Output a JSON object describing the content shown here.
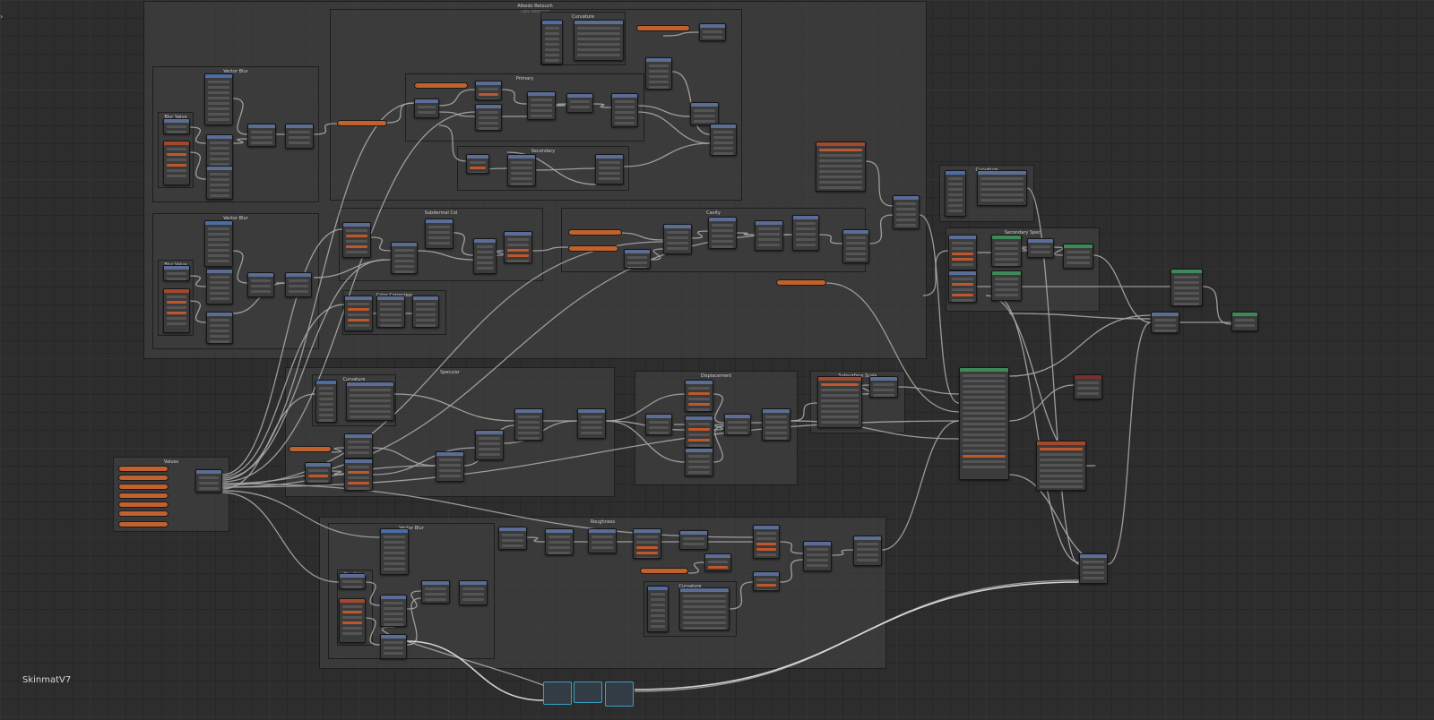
{
  "material_name": "SkinmatV7",
  "toggle_icon": "chevron-right-icon",
  "frames": [
    {
      "id": "albedo",
      "label": "Albedo Retouch",
      "sub": "Lips Retouch"
    },
    {
      "id": "blur1",
      "label": "Vector Blur"
    },
    {
      "id": "bv1",
      "label": "Blur Value"
    },
    {
      "id": "curv1",
      "label": "Curvature"
    },
    {
      "id": "primary",
      "label": "Primary"
    },
    {
      "id": "secondary",
      "label": "Secondary"
    },
    {
      "id": "blur2",
      "label": "Vector Blur"
    },
    {
      "id": "bv2",
      "label": "Blur Value"
    },
    {
      "id": "subcol",
      "label": "Subdermal Col"
    },
    {
      "id": "colcorr",
      "label": "Color Correction"
    },
    {
      "id": "cavity",
      "label": "Cavity"
    },
    {
      "id": "curv2",
      "label": "Curvature"
    },
    {
      "id": "secspec",
      "label": "Secondary Spec"
    },
    {
      "id": "specular",
      "label": "Specular"
    },
    {
      "id": "curv3",
      "label": "Curvature"
    },
    {
      "id": "displacement",
      "label": "Displacement"
    },
    {
      "id": "sss",
      "label": "Subsurface Scale"
    },
    {
      "id": "values",
      "label": "Values"
    },
    {
      "id": "roughness",
      "label": "Roughness"
    },
    {
      "id": "blur3",
      "label": "Vector Blur"
    },
    {
      "id": "bv3",
      "label": "Blur Value"
    },
    {
      "id": "curv4",
      "label": "Curvature"
    }
  ],
  "colors": {
    "wire": "#a9a9a9",
    "group_outline": "#3aa0c6",
    "value_node": "#c0612e",
    "shader_header": "#3b8a57",
    "vector_header": "#5b6d95",
    "output_header": "#7a2f2f"
  }
}
